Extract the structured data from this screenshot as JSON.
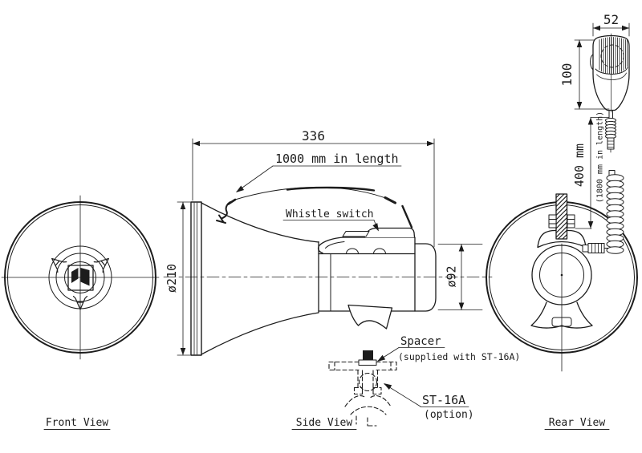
{
  "drawing": {
    "background": "#ffffff",
    "line_color": "#1c1c1c",
    "views": {
      "front": {
        "label": "Front View"
      },
      "side": {
        "label": "Side View"
      },
      "rear": {
        "label": "Rear View"
      }
    },
    "dimensions": {
      "overall_length": "336",
      "bell_diameter": "ø210",
      "body_diameter": "ø92",
      "mic_width": "52",
      "mic_height": "100",
      "mic_cord_length": "400 mm",
      "mic_cord_note": "(1800 mm in length)",
      "strap_length_note": "1000 mm in length"
    },
    "annotations": {
      "whistle_switch": "Whistle switch",
      "spacer": "Spacer",
      "spacer_note": "(supplied with ST-16A)",
      "bracket_model": "ST-16A",
      "bracket_note": "(option)"
    }
  }
}
